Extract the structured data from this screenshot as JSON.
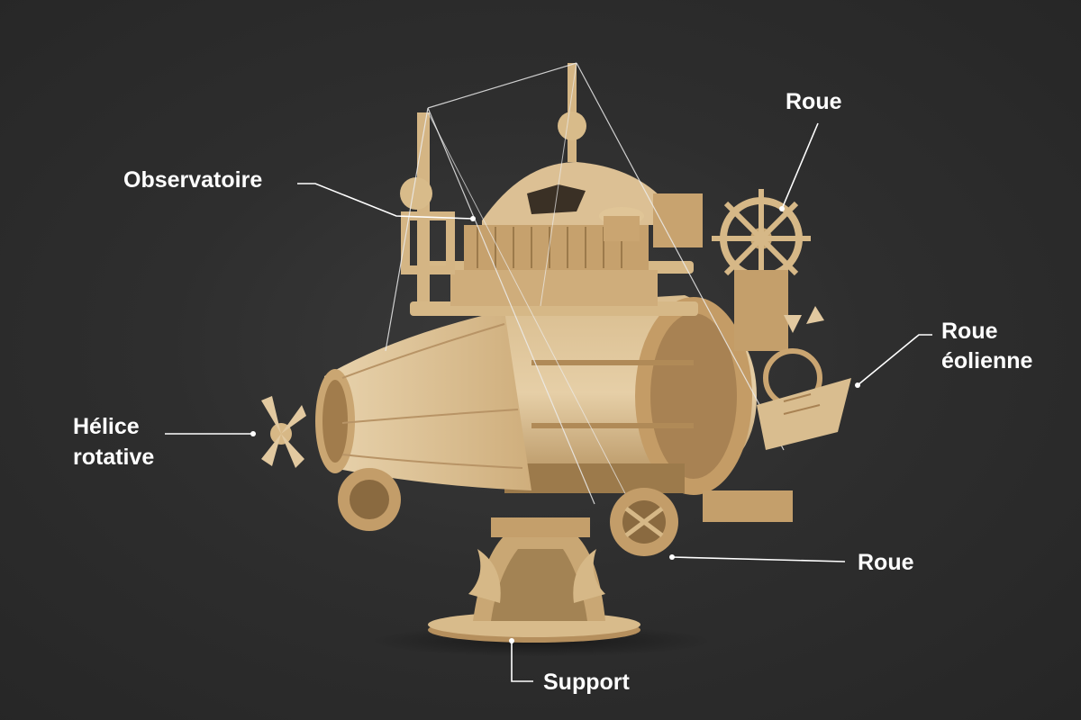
{
  "labels": {
    "observatoire": "Observatoire",
    "roue_top": "Roue",
    "roue_eolienne_line1": "Roue",
    "roue_eolienne_line2": "éolienne",
    "helice_line1": "Hélice",
    "helice_line2": "rotative",
    "roue_bottom": "Roue",
    "support": "Support"
  },
  "colors": {
    "background": "#2b2b2b",
    "wood_light": "#e2c9a0",
    "wood_mid": "#c9a774",
    "wood_dark": "#8a6a40",
    "label_text": "#ffffff",
    "leader_line": "#ffffff"
  }
}
